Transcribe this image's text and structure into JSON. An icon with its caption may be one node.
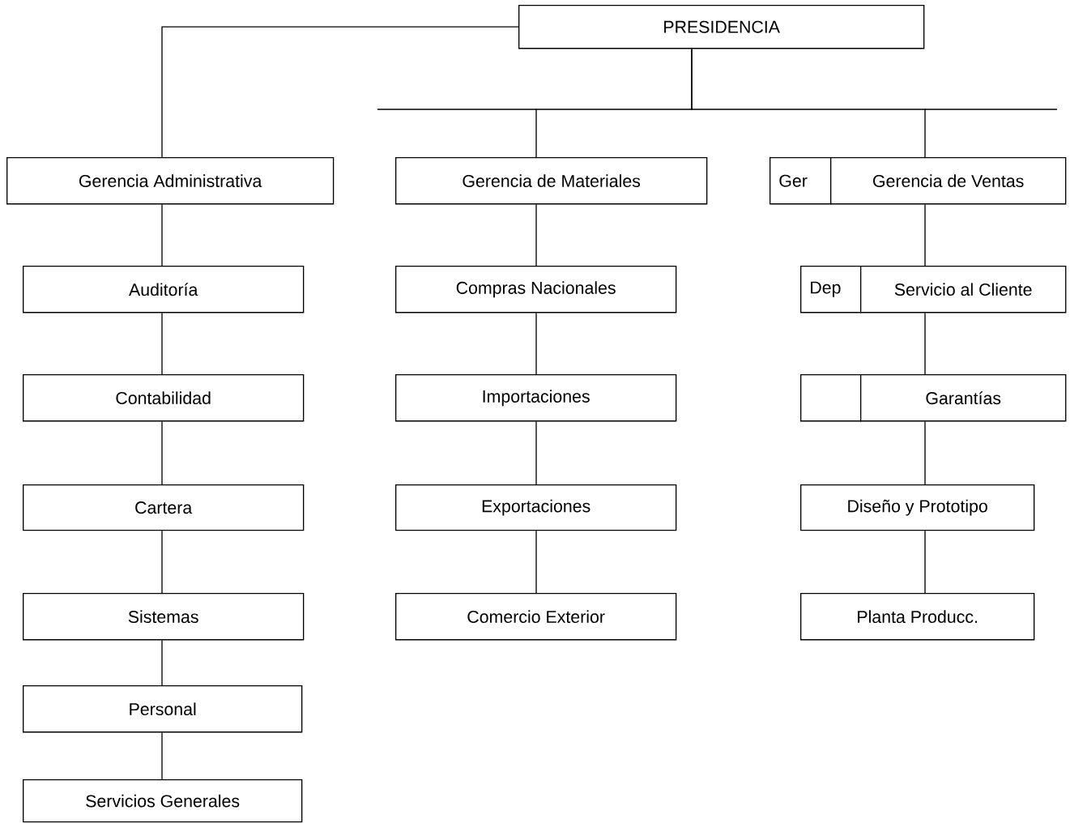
{
  "diagram": {
    "nodes": [
      {
        "text": [
          "PRESIDENCIA"
        ]
      },
      {
        "text": [
          "Gerencia Administrativa"
        ]
      },
      {
        "text": [
          "Auditoría"
        ]
      },
      {
        "text": [
          "Contabilidad"
        ]
      },
      {
        "text": [
          "Cartera"
        ]
      },
      {
        "text": [
          "Sistemas"
        ]
      },
      {
        "text": [
          "Personal"
        ]
      },
      {
        "text": [
          "Servicios Generales"
        ]
      },
      {
        "text": [
          "Gerencia de Materiales"
        ]
      },
      {
        "text": [
          "Compras Nacionales"
        ]
      },
      {
        "text": [
          "Importaciones"
        ]
      },
      {
        "text": [
          "Exportaciones"
        ]
      },
      {
        "text": [
          "Comercio Exterior"
        ]
      },
      {
        "text": [
          "Ger"
        ]
      },
      {
        "text": [
          "Gerencia de Ventas"
        ]
      },
      {
        "text": [
          "Dep"
        ]
      },
      {
        "text": [
          "Servicio al Cliente"
        ]
      },
      {
        "text": [],
        "shape": "box"
      },
      {
        "text": [
          "Garantías"
        ]
      },
      {
        "text": [
          "Diseño y Prototipo"
        ]
      },
      {
        "text": [
          "Planta Producc."
        ]
      }
    ],
    "edges": [
      {
        "from": 0,
        "to": 1,
        "arrow": "none"
      },
      {
        "from": 0,
        "to": 8,
        "arrow": "none"
      },
      {
        "from": 0,
        "to": 14,
        "arrow": "none"
      },
      {
        "from": 1,
        "to": 2,
        "arrow": "none"
      },
      {
        "from": 2,
        "to": 3,
        "arrow": "none"
      },
      {
        "from": 3,
        "to": 4,
        "arrow": "none"
      },
      {
        "from": 4,
        "to": 5,
        "arrow": "none"
      },
      {
        "from": 5,
        "to": 6,
        "arrow": "none"
      },
      {
        "from": 6,
        "to": 7,
        "arrow": "none"
      },
      {
        "from": 8,
        "to": 9,
        "arrow": "none"
      },
      {
        "from": 9,
        "to": 10,
        "arrow": "none"
      },
      {
        "from": 10,
        "to": 11,
        "arrow": "none"
      },
      {
        "from": 11,
        "to": 12,
        "arrow": "none"
      },
      {
        "from": 14,
        "to": 16,
        "arrow": "none"
      },
      {
        "from": 16,
        "to": 18,
        "arrow": "none"
      },
      {
        "from": 18,
        "to": 19,
        "arrow": "none"
      },
      {
        "from": 19,
        "to": 20,
        "arrow": "none"
      }
    ]
  }
}
